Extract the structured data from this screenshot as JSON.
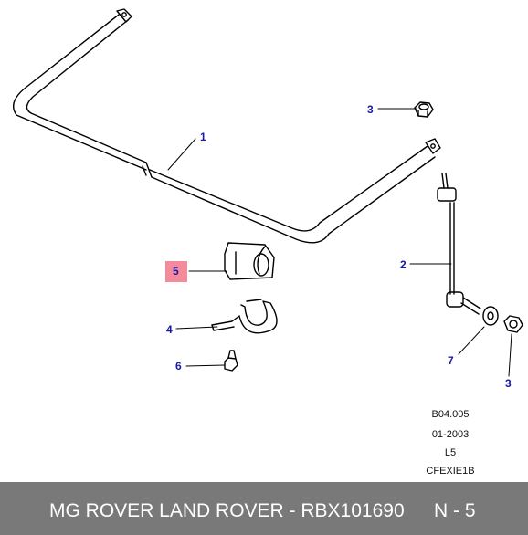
{
  "callouts": {
    "c1": "1",
    "c2": "2",
    "c3a": "3",
    "c3b": "3",
    "c4": "4",
    "c5": "5",
    "c6": "6",
    "c7": "7"
  },
  "reference": {
    "code": "B04.005",
    "date": "01-2003",
    "level": "L5",
    "image_code": "CFEXIE1B"
  },
  "footer": {
    "part_text": "MG ROVER LAND ROVER - RBX101690",
    "page_text": "N - 5"
  },
  "colors": {
    "callout_text": "#1a1aa6",
    "highlight": "#f48a9a",
    "footer_bg": "#797979"
  }
}
